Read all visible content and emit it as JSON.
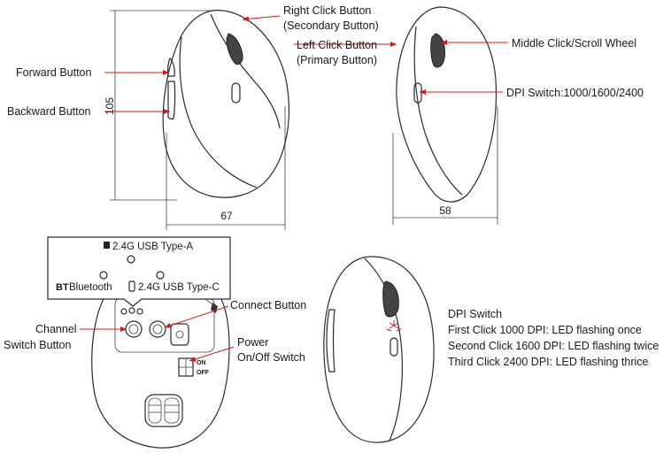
{
  "labels": {
    "right_click": [
      "Right Click Button",
      "(Secondary Button)"
    ],
    "left_click": [
      "Left Click Button",
      "(Primary Button)"
    ],
    "middle_click": "Middle Click/Scroll Wheel",
    "forward": "Forward Button",
    "backward": "Backward Button",
    "dpi_switch": "DPI Switch:1000/1600/2400",
    "connect": "Connect Button",
    "channel": [
      "Channel",
      "Switch Button"
    ],
    "power": [
      "Power",
      "On/Off Switch"
    ],
    "usb_a": "2.4G USB Type-A",
    "bluetooth_prefix": "BT",
    "bluetooth": "Bluetooth",
    "usb_c": "2.4G USB Type-C",
    "on": "ON",
    "off": "OFF"
  },
  "dimensions": {
    "height": "105",
    "width_side": "67",
    "width_front": "58"
  },
  "dpi_info": {
    "title": "DPI Switch",
    "lines": [
      "First Click 1000 DPI: LED flashing once",
      "Second Click 1600 DPI: LED flashing twice",
      "Third Click 2400 DPI: LED flashing thrice"
    ]
  },
  "colors": {
    "arrow": "#d11a1a",
    "line": "#2a2a2a"
  }
}
